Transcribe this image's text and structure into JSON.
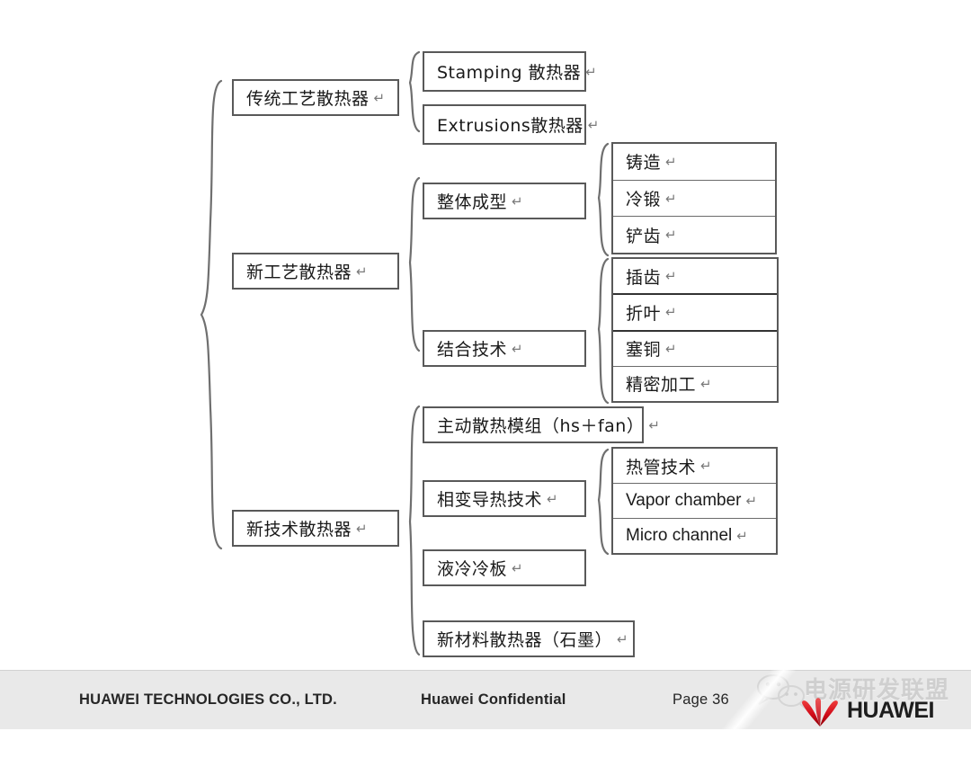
{
  "slide": {
    "page_background": "#ffffff",
    "box_border_color": "#595959"
  },
  "diagram": {
    "type": "tree-bracket-diagram",
    "title_visible": false,
    "level1": [
      {
        "id": "traditional",
        "label": "传统工艺散热器",
        "cr": "↵"
      },
      {
        "id": "new-process",
        "label": "新工艺散热器",
        "cr": "↵"
      },
      {
        "id": "new-technology",
        "label": "新技术散热器",
        "cr": "↵"
      }
    ],
    "level2": {
      "traditional": [
        {
          "label": "Stamping  散热器",
          "cr": "↵",
          "latin": false
        },
        {
          "label": "Extrusions散热器",
          "cr": "↵",
          "latin": false
        }
      ],
      "new_process": [
        {
          "id": "integral",
          "label": "整体成型",
          "cr": "↵"
        },
        {
          "id": "bonding",
          "label": "结合技术",
          "cr": "↵"
        }
      ],
      "new_technology": [
        {
          "id": "active",
          "label": "主动散热模组（hs＋fan）",
          "cr": "↵"
        },
        {
          "id": "phase-change",
          "label": "相变导热技术",
          "cr": "↵"
        },
        {
          "id": "liquid-cold-plate",
          "label": "液冷冷板",
          "cr": "↵"
        },
        {
          "id": "new-material",
          "label": "新材料散热器（石墨）",
          "cr": "↵"
        }
      ]
    },
    "level3": {
      "integral": [
        {
          "label": "铸造",
          "cr": "↵"
        },
        {
          "label": "冷锻",
          "cr": "↵"
        },
        {
          "label": "铲齿",
          "cr": "↵"
        }
      ],
      "bonding": [
        {
          "label": "插齿",
          "cr": "↵"
        },
        {
          "label": "折叶",
          "cr": "↵"
        },
        {
          "label": "塞铜",
          "cr": "↵"
        },
        {
          "label": "精密加工",
          "cr": "↵"
        }
      ],
      "phase_change": [
        {
          "label": "热管技术",
          "cr": "↵",
          "latin": false
        },
        {
          "label": "Vapor chamber",
          "cr": "↵",
          "latin": true
        },
        {
          "label": "Micro channel",
          "cr": "↵",
          "latin": true
        }
      ]
    }
  },
  "footer": {
    "company": "HUAWEI TECHNOLOGIES CO., LTD.",
    "confidential": "Huawei Confidential",
    "page": "Page 36",
    "background": "#e9e9e9"
  },
  "watermark": {
    "cn_text": "电源研发联盟",
    "brand": "HUAWEI",
    "chat_icon": "wechat-icon",
    "brand_color": "#d9001b"
  }
}
